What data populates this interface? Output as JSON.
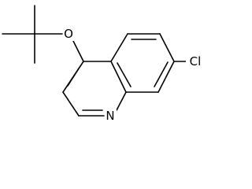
{
  "molecule": {
    "atoms": {
      "oxygen": "O",
      "chlorine": "Cl",
      "nitrogen": "N"
    },
    "colors": {
      "bond": "#000000",
      "label": "#000000",
      "background": "#ffffff"
    }
  }
}
